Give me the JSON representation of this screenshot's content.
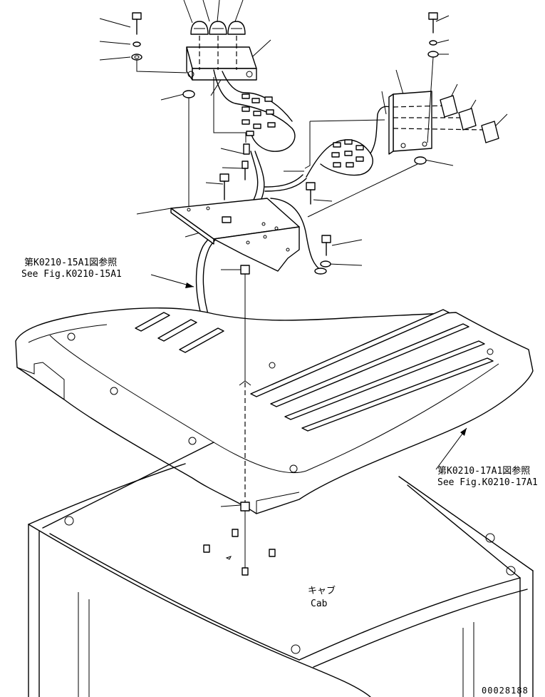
{
  "annotations": {
    "ref_15a1_jp": "第K0210-15A1図参照",
    "ref_15a1_en": "See Fig.K0210-15A1",
    "ref_17a1_jp": "第K0210-17A1図参照",
    "ref_17a1_en": "See Fig.K0210-17A1",
    "cab_jp": "キャブ",
    "cab_en": "Cab"
  },
  "drawing_number": "00028188"
}
